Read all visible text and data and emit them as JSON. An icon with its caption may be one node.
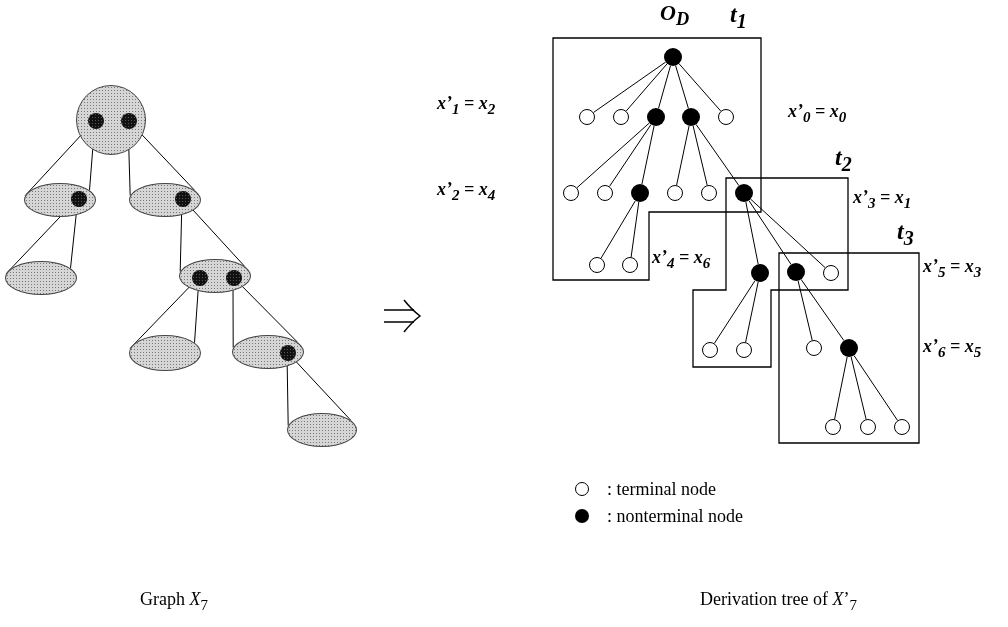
{
  "diagram": {
    "nodes": [
      {
        "text": [],
        "shape": "circle"
      },
      {
        "text": [],
        "shape": "circle",
        "in": 0
      },
      {
        "text": [],
        "shape": "circle",
        "in": 0
      },
      {
        "text": [],
        "shape": "ellipse"
      },
      {
        "text": [],
        "shape": "circle",
        "in": 3
      },
      {
        "text": [],
        "shape": "ellipse"
      },
      {
        "text": [],
        "shape": "circle",
        "in": 5
      },
      {
        "text": [],
        "shape": "ellipse"
      },
      {
        "text": [],
        "shape": "ellipse"
      },
      {
        "text": [],
        "shape": "circle",
        "in": 8
      },
      {
        "text": [],
        "shape": "circle",
        "in": 8
      },
      {
        "text": [],
        "shape": "ellipse"
      },
      {
        "text": [],
        "shape": "ellipse"
      },
      {
        "text": [],
        "shape": "circle",
        "in": 12
      },
      {
        "text": [],
        "shape": "ellipse"
      },
      {
        "text": [
          "t$_{1}$"
        ]
      },
      {
        "text": [
          "t$_{2}$"
        ]
      },
      {
        "text": [
          "t$_{3}$"
        ]
      },
      {
        "text": [],
        "shape": "circle",
        "in": 15,
        "beside": [
          "O$_{D}$"
        ]
      },
      {
        "text": [],
        "shape": "circle",
        "in": 15
      },
      {
        "text": [],
        "shape": "circle",
        "in": 15
      },
      {
        "text": [],
        "shape": "circle",
        "in": 15
      },
      {
        "text": [],
        "shape": "circle",
        "in": 15
      },
      {
        "text": [],
        "shape": "circle",
        "in": 15
      },
      {
        "text": [],
        "shape": "circle",
        "in": 15
      },
      {
        "text": [],
        "shape": "circle",
        "in": 15
      },
      {
        "text": [],
        "shape": "circle",
        "in": 15
      },
      {
        "text": [],
        "shape": "circle",
        "in": 15
      },
      {
        "text": [],
        "shape": "circle",
        "in": 15
      },
      {
        "text": [],
        "shape": "circle"
      },
      {
        "text": [],
        "shape": "circle",
        "in": 15
      },
      {
        "text": [],
        "shape": "circle",
        "in": 15
      },
      {
        "text": [],
        "shape": "circle",
        "in": 16
      },
      {
        "text": [],
        "shape": "circle"
      },
      {
        "text": [],
        "shape": "circle"
      },
      {
        "text": [],
        "shape": "circle",
        "in": 16
      },
      {
        "text": [],
        "shape": "circle",
        "in": 16
      },
      {
        "text": [],
        "shape": "circle",
        "in": 17
      },
      {
        "text": [],
        "shape": "circle",
        "in": 17
      },
      {
        "text": [],
        "shape": "circle",
        "in": 17
      },
      {
        "text": [],
        "shape": "circle",
        "in": 17
      },
      {
        "text": [],
        "shape": "circle",
        "in": 17
      }
    ],
    "edges": [
      {
        "from": 1,
        "to": 3,
        "arrow": "none"
      },
      {
        "from": 1,
        "to": 3,
        "arrow": "none"
      },
      {
        "from": 2,
        "to": 5,
        "arrow": "none"
      },
      {
        "from": 2,
        "to": 5,
        "arrow": "none"
      },
      {
        "from": 4,
        "to": 7,
        "arrow": "none"
      },
      {
        "from": 4,
        "to": 7,
        "arrow": "none"
      },
      {
        "from": 6,
        "to": 8,
        "arrow": "none"
      },
      {
        "from": 6,
        "to": 8,
        "arrow": "none"
      },
      {
        "from": 9,
        "to": 11,
        "arrow": "none"
      },
      {
        "from": 9,
        "to": 11,
        "arrow": "none"
      },
      {
        "from": 10,
        "to": 12,
        "arrow": "none"
      },
      {
        "from": 10,
        "to": 12,
        "arrow": "none"
      },
      {
        "from": 13,
        "to": 14,
        "arrow": "none"
      },
      {
        "from": 13,
        "to": 14,
        "arrow": "none"
      },
      {
        "from": 18,
        "to": 19,
        "arrow": "none"
      },
      {
        "from": 18,
        "to": 20,
        "arrow": "none"
      },
      {
        "from": 18,
        "to": 21,
        "arrow": "none"
      },
      {
        "from": 18,
        "to": 22,
        "arrow": "none"
      },
      {
        "from": 18,
        "to": 23,
        "arrow": "none"
      },
      {
        "from": 21,
        "to": 24,
        "arrow": "none"
      },
      {
        "from": 21,
        "to": 25,
        "arrow": "none"
      },
      {
        "from": 21,
        "to": 26,
        "arrow": "none"
      },
      {
        "from": 22,
        "to": 27,
        "arrow": "none"
      },
      {
        "from": 22,
        "to": 28,
        "arrow": "none"
      },
      {
        "from": 22,
        "to": 29,
        "arrow": "none"
      },
      {
        "from": 26,
        "to": 30,
        "arrow": "none"
      },
      {
        "from": 26,
        "to": 31,
        "arrow": "none"
      },
      {
        "from": 29,
        "to": 32,
        "arrow": "none"
      },
      {
        "from": 29,
        "to": 33,
        "arrow": "none"
      },
      {
        "from": 29,
        "to": 34,
        "arrow": "none"
      },
      {
        "from": 32,
        "to": 35,
        "arrow": "none"
      },
      {
        "from": 32,
        "to": 36,
        "arrow": "none"
      },
      {
        "from": 33,
        "to": 37,
        "arrow": "none"
      },
      {
        "from": 33,
        "to": 38,
        "arrow": "none"
      },
      {
        "from": 38,
        "to": 39,
        "arrow": "none"
      },
      {
        "from": 38,
        "to": 40,
        "arrow": "none"
      },
      {
        "from": 38,
        "to": 41,
        "arrow": "none"
      }
    ],
    "labels": [
      "x’$_{1}$ = x$_{2}$",
      "x’$_{0}$ = x$_{0}$",
      "x’$_{2}$ = x$_{4}$",
      "x’$_{3}$ = x$_{1}$",
      "x’$_{4}$ = x$_{6}$",
      "x’$_{5}$ = x$_{3}$",
      "x’$_{6}$ = x$_{5}$",
      "Graph *X*$_{7}$",
      "Derivation tree of *X*’$_{7}$"
    ],
    "legend": [
      {
        "text": ": terminal node"
      },
      {
        "text": ": nonterminal node"
      }
    ]
  }
}
